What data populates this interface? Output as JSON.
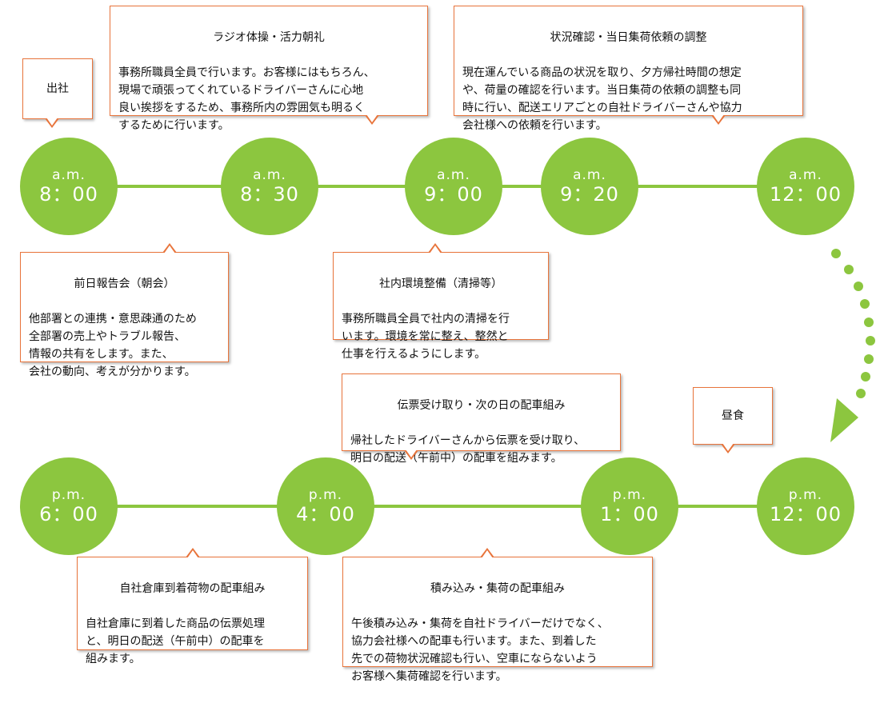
{
  "colors": {
    "accent": "#8cc63f",
    "box_border": "#e8743b"
  },
  "top_row": [
    {
      "ampm": "a.m.",
      "time": "8：00"
    },
    {
      "ampm": "a.m.",
      "time": "8：30"
    },
    {
      "ampm": "a.m.",
      "time": "9：00"
    },
    {
      "ampm": "a.m.",
      "time": "9：20"
    },
    {
      "ampm": "a.m.",
      "time": "12：00"
    }
  ],
  "bottom_row": [
    {
      "ampm": "p.m.",
      "time": "6：00"
    },
    {
      "ampm": "p.m.",
      "time": "4：00"
    },
    {
      "ampm": "p.m.",
      "time": "1：00"
    },
    {
      "ampm": "p.m.",
      "time": "12：00"
    }
  ],
  "callouts": {
    "shussha": {
      "text": "出社"
    },
    "radio": {
      "title": "ラジオ体操・活力朝礼",
      "body": "事務所職員全員で行います。お客様にはもちろん、\n現場で頑張ってくれているドライバーさんに心地\n良い挨拶をするため、事務所内の雰囲気も明るく\nするために行います。"
    },
    "jokyo": {
      "title": "状況確認・当日集荷依頼の調整",
      "body": "現在運んでいる商品の状況を取り、夕方帰社時間の想定\nや、荷量の確認を行います。当日集荷の依頼の調整も同\n時に行い、配送エリアごとの自社ドライバーさんや協力\n会社様への依頼を行います。"
    },
    "zenjitsu": {
      "title": "前日報告会（朝会）",
      "body": "他部署との連携・意思疎通のため\n全部署の売上やトラブル報告、\n情報の共有をします。また、\n会社の動向、考えが分かります。"
    },
    "kankyo": {
      "title": "社内環境整備（清掃等）",
      "body": "事務所職員全員で社内の清掃を行\nいます。環境を常に整え、整然と\n仕事を行えるようにします。"
    },
    "denpyo": {
      "title": "伝票受け取り・次の日の配車組み",
      "body": "帰社したドライバーさんから伝票を受け取り、\n明日の配送（午前中）の配車を組みます。"
    },
    "chushoku": {
      "text": "昼食"
    },
    "soko": {
      "title": "自社倉庫到着荷物の配車組み",
      "body": "自社倉庫に到着した商品の伝票処理\nと、明日の配送（午前中）の配車を\n組みます。"
    },
    "tsumikomi": {
      "title": "積み込み・集荷の配車組み",
      "body": "午後積み込み・集荷を自社ドライバーだけでなく、\n協力会社様への配車も行います。また、到着した\n先での荷物状況確認も行い、空車にならないよう\nお客様へ集荷確認を行います。"
    }
  }
}
